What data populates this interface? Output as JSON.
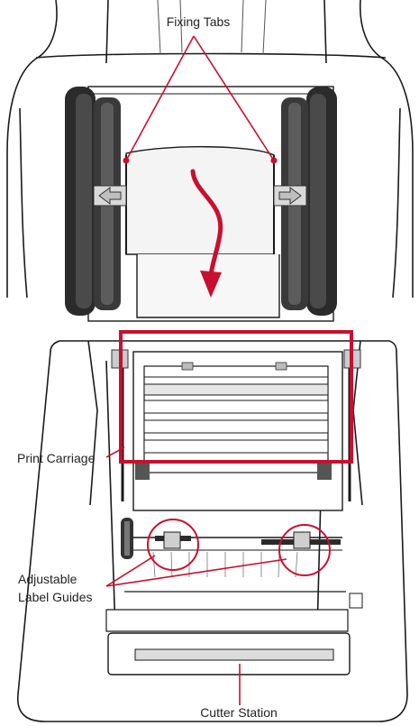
{
  "labels": {
    "fixing_tabs": "Fixing Tabs",
    "print_carriage": "Print Carriage",
    "adjustable_label_guides_line1": "Adjustable",
    "adjustable_label_guides_line2": "Label Guides",
    "cutter_station": "Cutter Station"
  },
  "colors": {
    "callout_red": "#c8102e",
    "outline": "#1a1a1a",
    "roller_dark": "#2b2b2b",
    "body_fill": "#ffffff",
    "label_roll": "#f4f4f4"
  },
  "icons": {
    "feed_direction": "curved-arrow-down-icon"
  }
}
